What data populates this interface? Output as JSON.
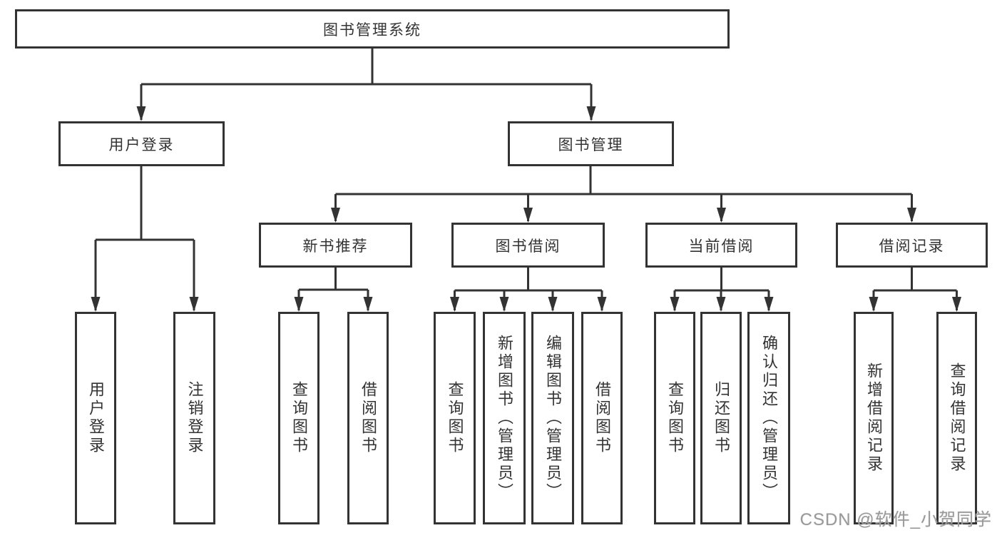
{
  "diagram_title": "图书管理系统",
  "colors": {
    "line": "#333333",
    "box_border": "#333333",
    "text": "#333333",
    "watermark": "#9a9a9a",
    "background": "#ffffff"
  },
  "watermark": {
    "text": "CSDN @软件_小贺同学"
  },
  "tree": {
    "root": {
      "label": "图书管理系统"
    },
    "branches": [
      {
        "label": "用户登录",
        "children": [
          {
            "label": "用户登录"
          },
          {
            "label": "注销登录"
          }
        ]
      },
      {
        "label": "图书管理",
        "children": [
          {
            "label": "新书推荐",
            "children": [
              {
                "label": "查询图书"
              },
              {
                "label": "借阅图书"
              }
            ]
          },
          {
            "label": "图书借阅",
            "children": [
              {
                "label": "查询图书"
              },
              {
                "label": "新增图书（管理员）"
              },
              {
                "label": "编辑图书（管理员）"
              },
              {
                "label": "借阅图书"
              }
            ]
          },
          {
            "label": "当前借阅",
            "children": [
              {
                "label": "查询图书"
              },
              {
                "label": "归还图书"
              },
              {
                "label": "确认归还（管理员）"
              }
            ]
          },
          {
            "label": "借阅记录",
            "children": [
              {
                "label": "新增借阅记录"
              },
              {
                "label": "查询借阅记录"
              }
            ]
          }
        ]
      }
    ]
  }
}
